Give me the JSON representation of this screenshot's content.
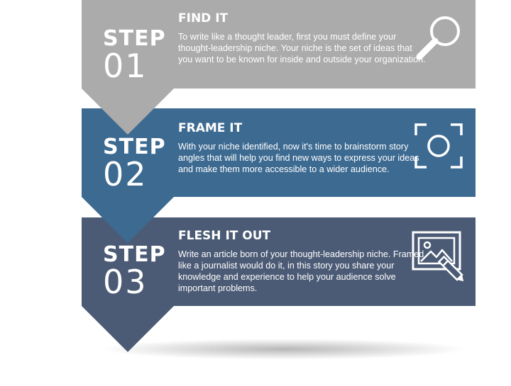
{
  "steps": [
    {
      "step_word": "STEP",
      "step_number": "01",
      "title": "FIND IT",
      "body": "To write like a thought leader, first you must define your thought-leadership niche. Your niche is the set of ideas that you want to be known for inside and outside your organization.",
      "icon": "magnifier-icon",
      "color": "#ababab"
    },
    {
      "step_word": "STEP",
      "step_number": "02",
      "title": "FRAME IT",
      "body": "With your niche identified, now it's time to brainstorm story angles that will help you find new ways to express your ideas and make them more accessible to a wider audience.",
      "icon": "camera-frame-icon",
      "color": "#3d6a91"
    },
    {
      "step_word": "STEP",
      "step_number": "03",
      "title": "FLESH IT OUT",
      "body": "Write an article born of your thought-leadership niche. Framed like a journalist would do it, in this story you share your knowledge and experience to help your audience solve important problems.",
      "icon": "image-edit-icon",
      "color": "#4b5b75"
    }
  ]
}
